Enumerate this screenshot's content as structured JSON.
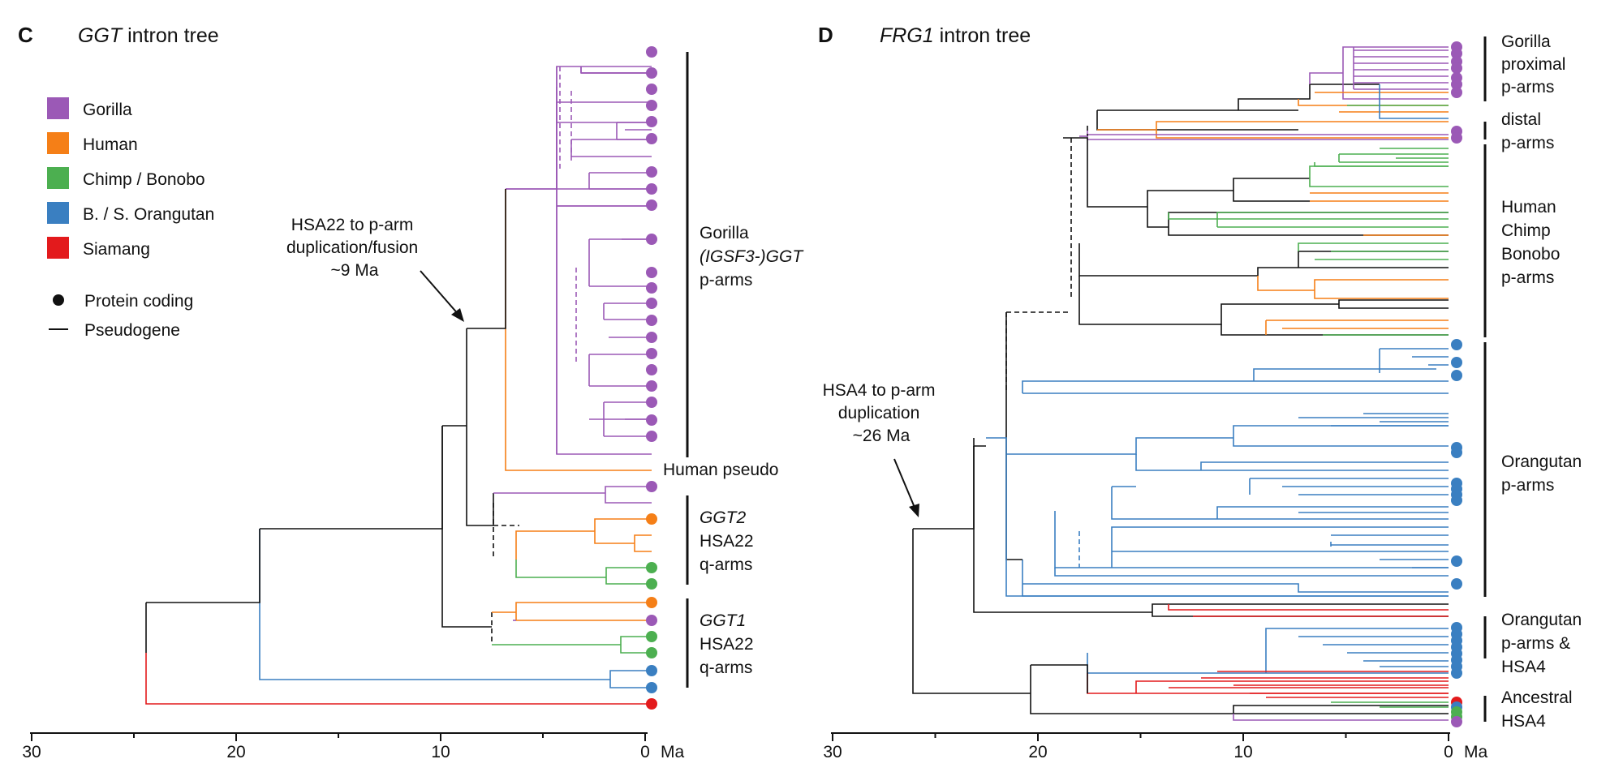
{
  "colors": {
    "gorilla": "#9b59b6",
    "human": "#f57f17",
    "chimp": "#4caf50",
    "orangutan": "#3a7fc1",
    "siamang": "#e31a1c",
    "ancestral": "#111111"
  },
  "panel_c": {
    "letter": "C",
    "title_italic": "GGT",
    "title_rest": " intron tree",
    "legend": {
      "gorilla": "Gorilla",
      "human": "Human",
      "chimp": "Chimp / Bonobo",
      "orangutan": "B. / S. Orangutan",
      "siamang": "Siamang",
      "protein_coding": "Protein coding",
      "pseudogene": "Pseudogene"
    },
    "annotation": [
      "HSA22 to p-arm",
      "duplication/fusion",
      "~9 Ma"
    ],
    "groups": {
      "gorilla_p": [
        "Gorilla",
        "(IGSF3-)GGT",
        "p-arms"
      ],
      "human_pseudo": "Human pseudo",
      "ggt2": [
        "GGT2",
        "HSA22",
        "q-arms"
      ],
      "ggt1": [
        "GGT1",
        "HSA22",
        "q-arms"
      ]
    },
    "axis": {
      "ticks": [
        "30",
        "20",
        "10",
        "0"
      ],
      "unit": "Ma",
      "range": [
        30,
        0
      ]
    }
  },
  "panel_d": {
    "letter": "D",
    "title_italic": "FRG1",
    "title_rest": " intron tree",
    "annotation": [
      "HSA4 to p-arm",
      "duplication",
      "~26 Ma"
    ],
    "groups": {
      "gorilla_prox": [
        "Gorilla",
        "proximal",
        "p-arms"
      ],
      "distal": [
        "distal",
        "p-arms"
      ],
      "hcb": [
        "Human",
        "Chimp",
        "Bonobo",
        "p-arms"
      ],
      "orang": [
        "Orangutan",
        "p-arms"
      ],
      "orang_hsa4": [
        "Orangutan",
        "p-arms &",
        "HSA4"
      ],
      "ancestral": [
        "Ancestral",
        "HSA4"
      ]
    },
    "axis": {
      "ticks": [
        "30",
        "20",
        "10",
        "0"
      ],
      "unit": "Ma",
      "range": [
        30,
        0
      ]
    }
  }
}
